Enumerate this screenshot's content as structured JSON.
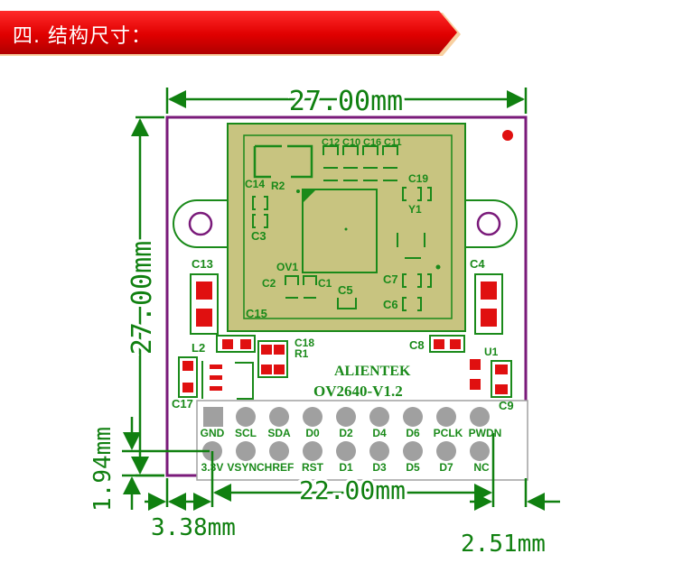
{
  "header": {
    "title": "四. 结构尺寸："
  },
  "dimensions": {
    "top_width": "27.00mm",
    "left_height": "27.00mm",
    "header_width": "22.00mm",
    "header_offset_v": "1.94mm",
    "left_offset": "3.38mm",
    "right_offset": "2.51mm"
  },
  "board": {
    "brand": "ALIENTEK",
    "model": "OV2640-V1.2",
    "module_label": "OV1",
    "component_labels": [
      "C12",
      "C10",
      "C16",
      "C11",
      "C14",
      "R2",
      "C19",
      "Y1",
      "C3",
      "C2",
      "C1",
      "C5",
      "C7",
      "C6",
      "C13",
      "C4",
      "C15",
      "L2",
      "C18",
      "R1",
      "C8",
      "U1",
      "C17",
      "C9"
    ],
    "pins_top": [
      "GND",
      "SCL",
      "SDA",
      "D0",
      "D2",
      "D4",
      "D6",
      "PCLK",
      "PWDN"
    ],
    "pins_bottom": [
      "3.3V",
      "VSYNC",
      "HREF",
      "RST",
      "D1",
      "D3",
      "D5",
      "D7",
      "NC"
    ]
  },
  "colors": {
    "board_outline": "#7a1a7a",
    "silkscreen": "#1a8a1a",
    "pad": "#e01010",
    "module_fill": "#c8c480",
    "pin_dot": "#a0a0a0",
    "banner": "#e60000"
  }
}
